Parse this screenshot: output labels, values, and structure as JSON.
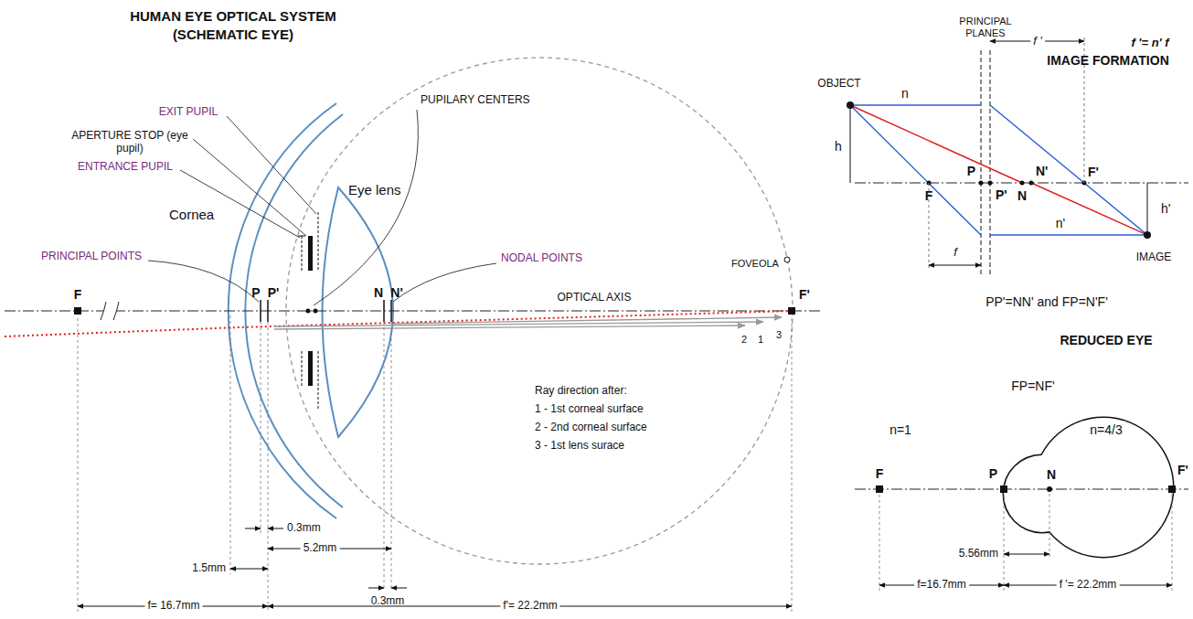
{
  "diagram": {
    "title": "HUMAN EYE OPTICAL SYSTEM (SCHEMATIC EYE)",
    "labels": [
      "EXIT PUPIL",
      "APERTURE STOP (eye pupil)",
      "ENTRANCE PUPIL",
      "Eye lens",
      "Cornea",
      "PUPILARY CENTERS",
      "PRINCIPAL POINTS",
      "NODAL POINTS",
      "FOVEOLA",
      "F",
      "P",
      "P'",
      "N",
      "N'",
      "OPTICAL AXIS",
      "F'",
      "2",
      "1",
      "3",
      "Ray direction after:",
      "1 - 1st corneal surface",
      "2 - 2nd corneal surface",
      "3 - 1st lens surace",
      "0.3mm",
      "5.2mm",
      "1.5mm",
      "0.3mm",
      "f= 16.7mm",
      "f'= 22.2mm",
      "IMAGE FORMATION",
      "PRINCIPAL PLANES",
      "OBJECT",
      "n",
      "f '",
      "f '= n' f",
      "h",
      "F",
      "P",
      "P'",
      "N",
      "N'",
      "F'",
      "h'",
      "n'",
      "IMAGE",
      "f",
      "PP'=NN' and FP=N'F'",
      "REDUCED EYE",
      "FP=NF'",
      "n=1",
      "n=4/3",
      "F",
      "P",
      "N",
      "F'",
      "5.56mm",
      "f=16.7mm",
      "f '= 22.2mm"
    ]
  }
}
